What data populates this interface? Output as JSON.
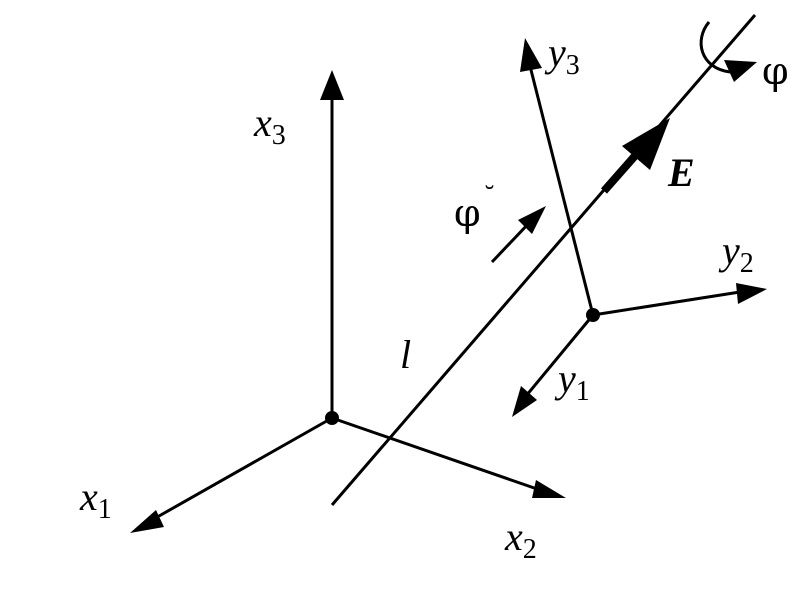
{
  "labels": {
    "x1": {
      "letter": "x",
      "index": "1"
    },
    "x2": {
      "letter": "x",
      "index": "2"
    },
    "x3": {
      "letter": "x",
      "index": "3"
    },
    "y1": {
      "letter": "y",
      "index": "1"
    },
    "y2": {
      "letter": "y",
      "index": "2"
    },
    "y3": {
      "letter": "y",
      "index": "3"
    },
    "line": "l",
    "field": "E",
    "phi_rotation": "φ",
    "phi_velocity": "φ",
    "phi_dot_mark": "˘"
  }
}
